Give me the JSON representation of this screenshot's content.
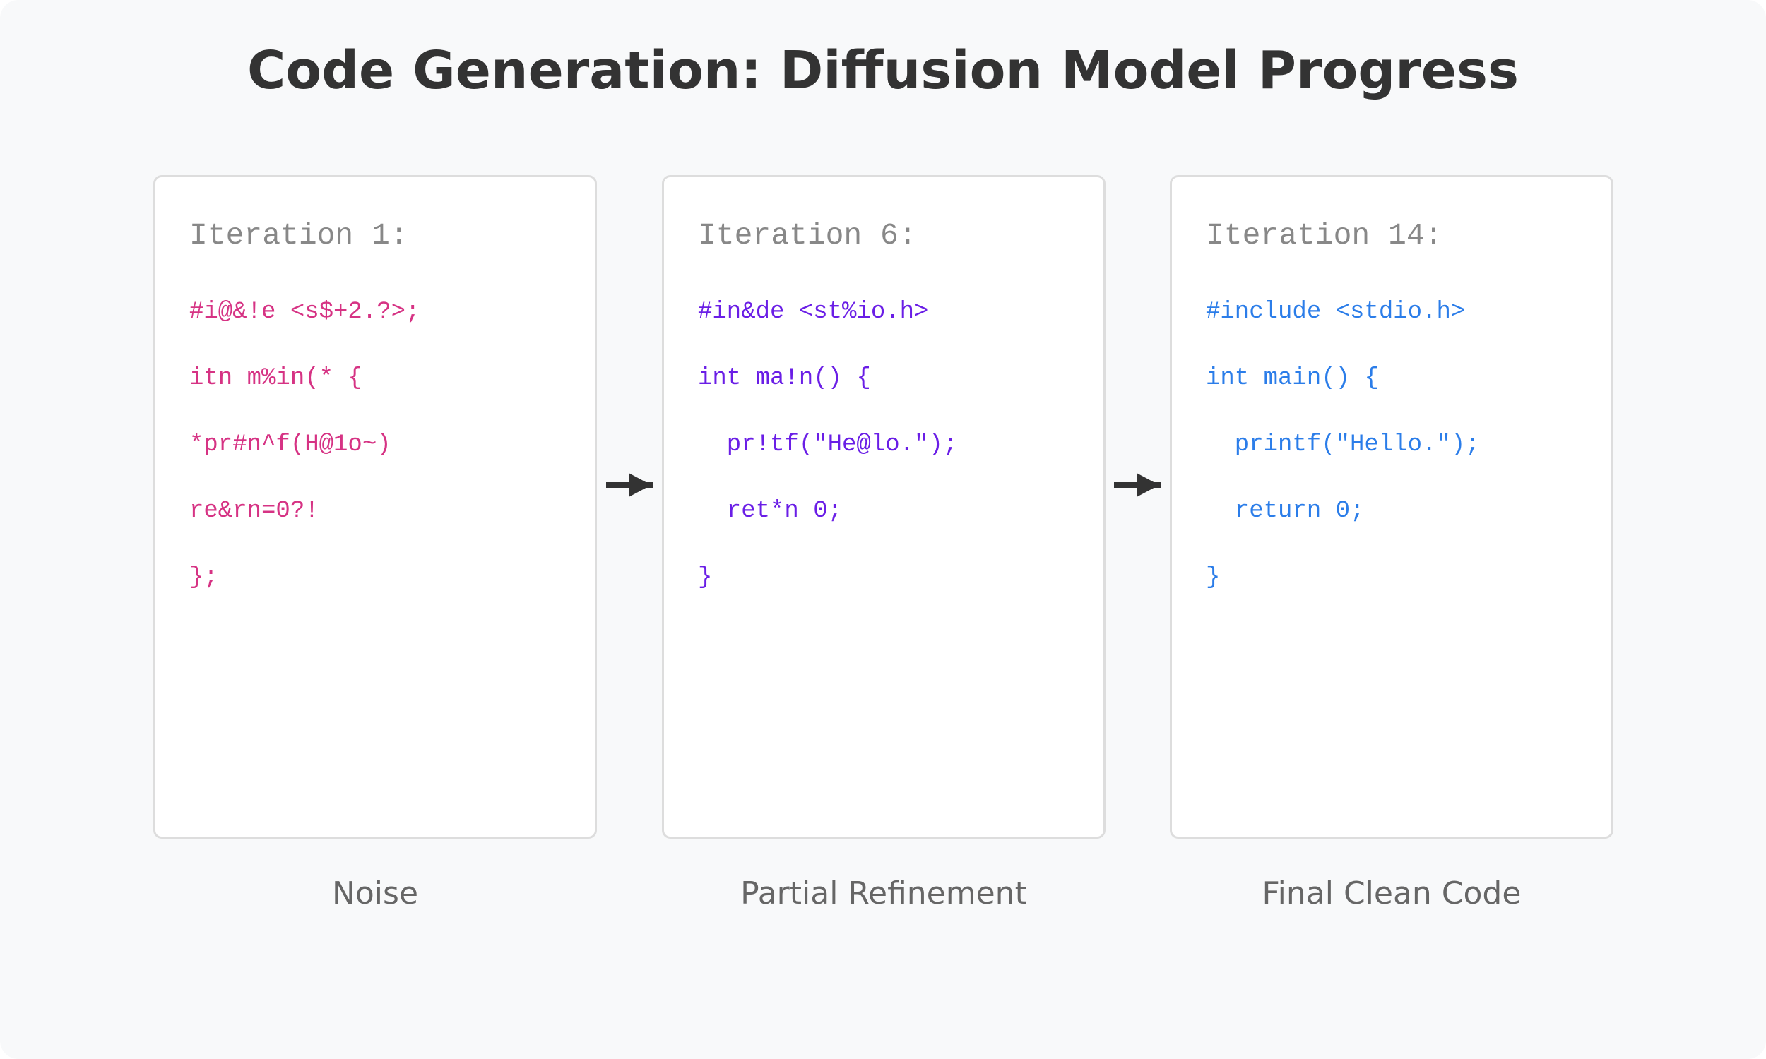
{
  "title": "Code Generation: Diffusion Model Progress",
  "colors": {
    "background": "#f8f9fa",
    "title": "#333333",
    "iteration_label": "#888888",
    "caption": "#666666",
    "panel_border": "#dddddd",
    "arrow": "#333333"
  },
  "panels": [
    {
      "iteration_label": "Iteration 1:",
      "code_color": "#d63384",
      "code_lines": [
        "#i@&!e <s$+2.?>;",
        "itn m%in(* {",
        "*pr#n^f(H@1o~)",
        "re&rn=0?!",
        "};"
      ],
      "caption": "Noise"
    },
    {
      "iteration_label": "Iteration 6:",
      "code_color": "#6a1ee6",
      "code_lines": [
        "#in&de <st%io.h>",
        "int ma!n() {",
        "  pr!tf(\"He@lo.\");",
        "  ret*n 0;",
        "}"
      ],
      "caption": "Partial Refinement"
    },
    {
      "iteration_label": "Iteration 14:",
      "code_color": "#2b7de9",
      "code_lines": [
        "#include <stdio.h>",
        "int main() {",
        "  printf(\"Hello.\");",
        "  return 0;",
        "}"
      ],
      "caption": "Final Clean Code"
    }
  ],
  "arrows": [
    {
      "icon": "arrow-right-icon"
    },
    {
      "icon": "arrow-right-icon"
    }
  ]
}
